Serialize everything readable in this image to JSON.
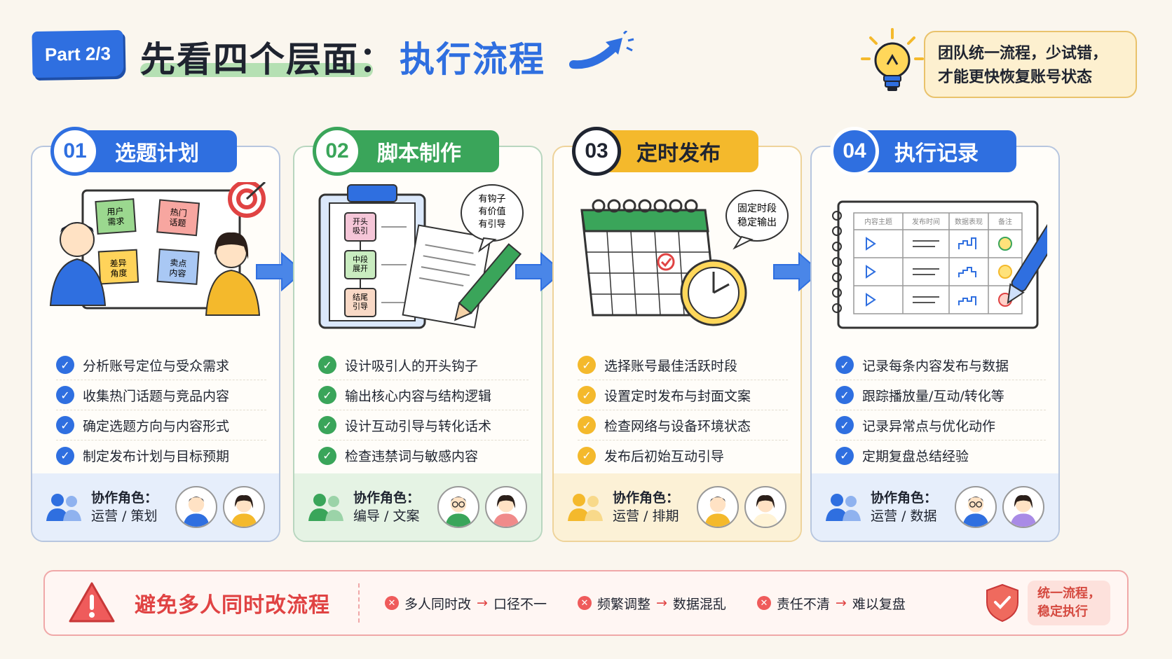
{
  "header": {
    "part": "Part 2/3",
    "title_main": "先看四个层面：",
    "title_accent": "执行流程",
    "tip_line1": "团队统一流程，少试错，",
    "tip_line2": "才能更快恢复账号状态"
  },
  "colors": {
    "blue": "#2f6fe0",
    "green": "#3aa55a",
    "yellow": "#f4b92c",
    "red": "#e04343"
  },
  "cards": [
    {
      "num": "01",
      "title": "选题计划",
      "art_labels": [
        "用户需求",
        "热门话题",
        "差异角度",
        "卖点内容"
      ],
      "items": [
        "分析账号定位与受众需求",
        "收集热门话题与竞品内容",
        "确定选题方向与内容形式",
        "制定发布计划与目标预期"
      ],
      "role_label": "协作角色：",
      "role_value": "运营 / 策划"
    },
    {
      "num": "02",
      "title": "脚本制作",
      "art_labels": [
        "开头吸引",
        "中段展开",
        "结尾引导"
      ],
      "bubble": [
        "有钩子",
        "有价值",
        "有引导"
      ],
      "items": [
        "设计吸引人的开头钩子",
        "输出核心内容与结构逻辑",
        "设计互动引导与转化话术",
        "检查违禁词与敏感内容"
      ],
      "role_label": "协作角色：",
      "role_value": "编导 / 文案"
    },
    {
      "num": "03",
      "title": "定时发布",
      "bubble": [
        "固定时段",
        "稳定输出"
      ],
      "items": [
        "选择账号最佳活跃时段",
        "设置定时发布与封面文案",
        "检查网络与设备环境状态",
        "发布后初始互动引导"
      ],
      "role_label": "协作角色：",
      "role_value": "运营 / 排期"
    },
    {
      "num": "04",
      "title": "执行记录",
      "table_headers": [
        "内容主题",
        "发布时间",
        "数据表现",
        "备注"
      ],
      "items": [
        "记录每条内容发布与数据",
        "跟踪播放量/互动/转化等",
        "记录异常点与优化动作",
        "定期复盘总结经验"
      ],
      "role_label": "协作角色：",
      "role_value": "运营 / 数据"
    }
  ],
  "warning": {
    "title": "避免多人同时改流程",
    "issues": [
      {
        "cause": "多人同时改",
        "effect": "口径不一"
      },
      {
        "cause": "频繁调整",
        "effect": "数据混乱"
      },
      {
        "cause": "责任不清",
        "effect": "难以复盘"
      }
    ],
    "badge_line1": "统一流程，",
    "badge_line2": "稳定执行"
  }
}
